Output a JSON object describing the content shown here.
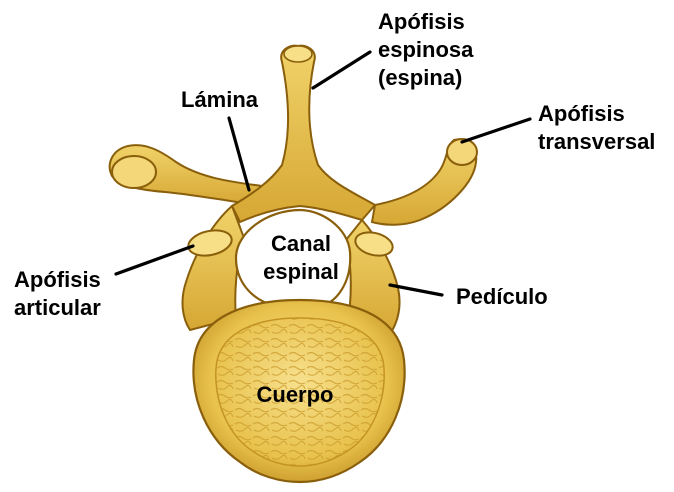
{
  "colors": {
    "bone": "#e9c24a",
    "bone_light": "#f6df86",
    "bone_dark": "#b98a1c",
    "outline": "#8a5f0c",
    "leader": "#000000",
    "text": "#000000"
  },
  "labels": {
    "spinous": {
      "lines": [
        "Apófisis",
        "espinosa",
        "(espina)"
      ]
    },
    "lamina": {
      "lines": [
        "Lámina"
      ]
    },
    "transverse": {
      "lines": [
        "Apófisis",
        "transversal"
      ]
    },
    "canal": {
      "lines": [
        "Canal",
        "espinal"
      ]
    },
    "articular": {
      "lines": [
        "Apófisis",
        "articular"
      ]
    },
    "pedicle": {
      "lines": [
        "Pedículo"
      ]
    },
    "body": {
      "lines": [
        "Cuerpo"
      ]
    }
  }
}
